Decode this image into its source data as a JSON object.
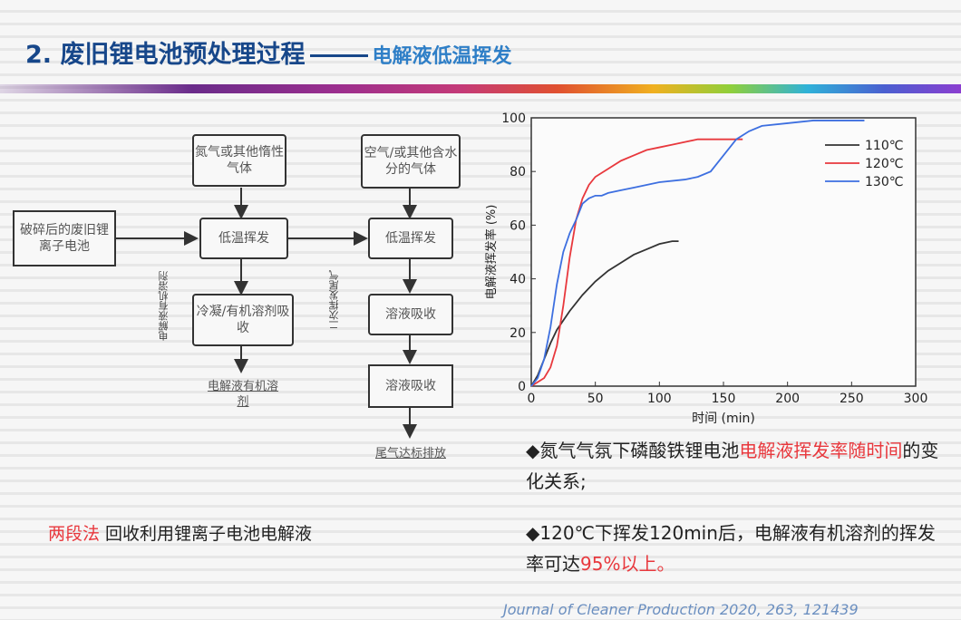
{
  "header": {
    "title": "2. 废旧锂电池预处理过程",
    "subtitle": "电解液低温挥发"
  },
  "flowchart": {
    "input_label": "破碎后的废旧锂离子电池",
    "stage1_gas": "氮气或其他惰性气体",
    "stage1_process": "低温挥发",
    "stage1_side": "电解液有机溶剂",
    "stage1_condense": "冷凝/有机溶剂吸收",
    "stage1_output": "电解液有机溶剂",
    "stage2_gas": "空气/或其他含水分的气体",
    "stage2_process": "低温挥发",
    "stage2_side": "二次挥发尾气",
    "stage2_absorb1": "溶液吸收",
    "stage2_absorb2": "溶液吸收",
    "stage2_output": "尾气达标排放"
  },
  "chart_data": {
    "type": "line",
    "xlabel": "时间 (min)",
    "ylabel": "电解液挥发率 (%)",
    "xlim": [
      0,
      300
    ],
    "ylim": [
      0,
      100
    ],
    "xticks": [
      0,
      50,
      100,
      150,
      200,
      250,
      300
    ],
    "yticks": [
      0,
      20,
      40,
      60,
      80,
      100
    ],
    "legend_position": "top-right",
    "series": [
      {
        "name": "110℃",
        "color": "#333333",
        "x": [
          0,
          5,
          10,
          15,
          20,
          30,
          40,
          50,
          60,
          70,
          80,
          90,
          100,
          110,
          115
        ],
        "y": [
          0,
          4,
          10,
          16,
          21,
          28,
          34,
          39,
          43,
          46,
          49,
          51,
          53,
          54,
          54
        ]
      },
      {
        "name": "120℃",
        "color": "#e8383d",
        "x": [
          0,
          10,
          15,
          20,
          25,
          30,
          35,
          40,
          45,
          50,
          60,
          70,
          80,
          90,
          100,
          110,
          120,
          130,
          140,
          150,
          160,
          165
        ],
        "y": [
          0,
          3,
          7,
          15,
          30,
          48,
          62,
          70,
          75,
          78,
          81,
          84,
          86,
          88,
          89,
          90,
          91,
          92,
          92,
          92,
          92,
          92
        ]
      },
      {
        "name": "130℃",
        "color": "#3d6fe0",
        "x": [
          0,
          5,
          10,
          15,
          20,
          25,
          30,
          35,
          40,
          45,
          50,
          55,
          60,
          70,
          80,
          100,
          120,
          130,
          140,
          150,
          160,
          170,
          180,
          200,
          220,
          240,
          260
        ],
        "y": [
          0,
          3,
          10,
          22,
          38,
          50,
          57,
          62,
          68,
          70,
          71,
          71,
          72,
          73,
          74,
          76,
          77,
          78,
          80,
          86,
          92,
          95,
          97,
          98,
          99,
          99,
          99
        ]
      }
    ]
  },
  "bullets": {
    "b1_prefix": "◆氮气气氛下磷酸铁锂电池",
    "b1_red": "电解液挥发率随时间",
    "b1_suffix": "的变化关系;",
    "b2_prefix": "◆120℃下挥发120min后，电解液有机溶剂的挥发率可达",
    "b2_red": "95%以上。"
  },
  "twostep": {
    "red": "两段法",
    "rest": " 回收利用锂离子电池电解液"
  },
  "citation": "Journal of Cleaner Production 2020, 263, 121439"
}
